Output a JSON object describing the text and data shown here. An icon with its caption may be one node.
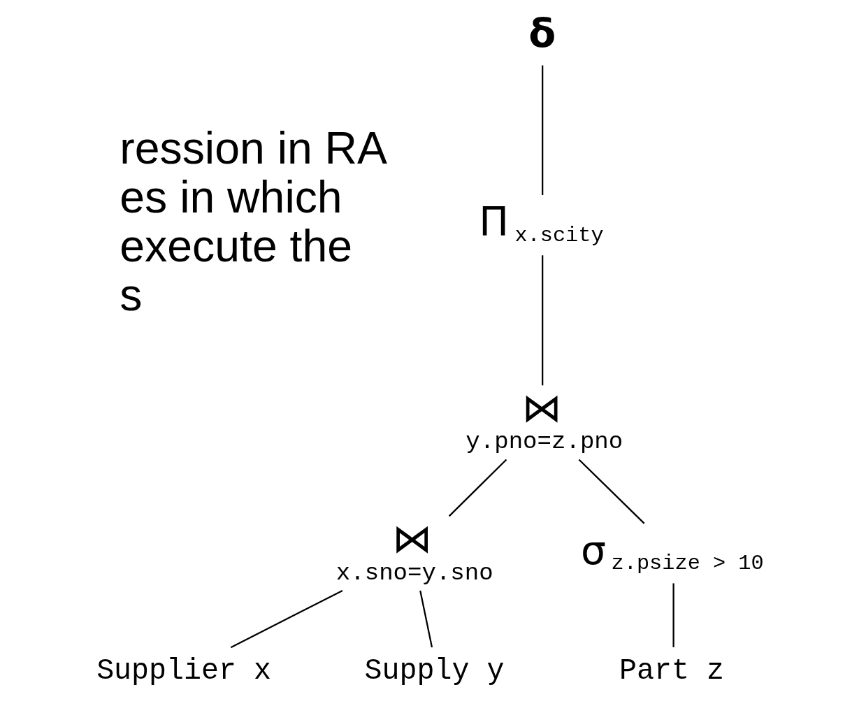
{
  "diagram": {
    "nodes": [
      {
        "text": [
          "δ"
        ]
      },
      {
        "text": [
          "Π",
          "x.scity"
        ]
      },
      {
        "text": [
          "⋈",
          "y.pno=z.pno"
        ]
      },
      {
        "text": [
          "⋈",
          "x.sno=y.sno"
        ]
      },
      {
        "text": [
          "σ",
          "z.psize > 10"
        ]
      },
      {
        "text": [
          "Supplier x"
        ]
      },
      {
        "text": [
          "Supply y"
        ]
      },
      {
        "text": [
          "Part z"
        ]
      }
    ],
    "edges": [
      {
        "from": 0,
        "to": 1,
        "arrow": "none"
      },
      {
        "from": 1,
        "to": 2,
        "arrow": "none"
      },
      {
        "from": 2,
        "to": 3,
        "arrow": "none"
      },
      {
        "from": 2,
        "to": 4,
        "arrow": "none"
      },
      {
        "from": 3,
        "to": 5,
        "arrow": "none"
      },
      {
        "from": 3,
        "to": 6,
        "arrow": "none"
      },
      {
        "from": 4,
        "to": 7,
        "arrow": "none"
      }
    ],
    "labels": [
      "ression in RA",
      "es in which",
      "execute the",
      "s"
    ]
  }
}
